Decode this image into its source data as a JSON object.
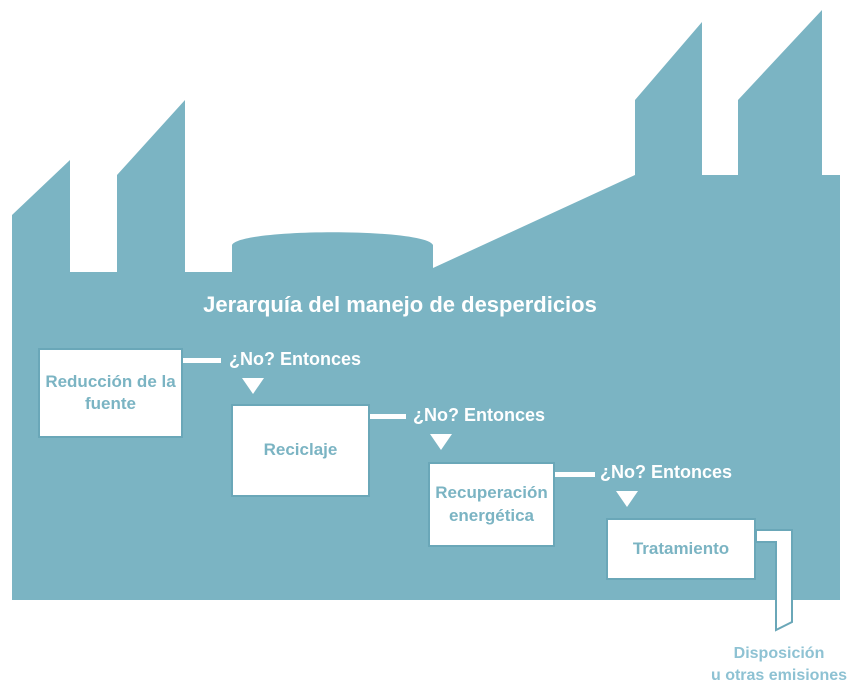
{
  "title": "Jerarquía del manejo de desperdicios",
  "steps": [
    {
      "label": "Reducción de la fuente",
      "connector": "¿No? Entonces"
    },
    {
      "label": "Reciclaje",
      "connector": "¿No? Entonces"
    },
    {
      "label": "Recuperación energética",
      "connector": "¿No? Entonces"
    },
    {
      "label": "Tratamiento"
    }
  ],
  "outcome": {
    "line1": "Disposición",
    "line2": "u otras emisiones"
  },
  "colors": {
    "factory": "#7bb4c3",
    "box_border": "#6aa7b8",
    "box_text": "#7bb4c3",
    "outcome_text": "#8ec2d3"
  }
}
